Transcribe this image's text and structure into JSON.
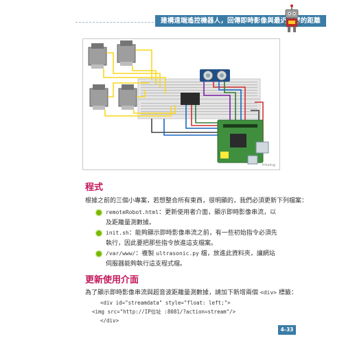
{
  "header": {
    "title": "建構遠端遙控機器人，回傳即時影像與最近牆壁的距離"
  },
  "figure": {
    "credit": "fritzing"
  },
  "section1": {
    "heading": "程式",
    "intro": "根據之前的三個小專案，若想整合所有東西，很明顯的，我們必須更新下列檔案：",
    "bullets": [
      {
        "code": "remoteRobot.html",
        "text": "：更新使用者介面，顯示即時影像串流，以及距離量測數據。"
      },
      {
        "code": "init.sh",
        "text": "：能夠顯示即時影像串流之前，有一些初始指令必須先執行，因此要把那些指令放進這支檔案。"
      },
      {
        "code": "/var/www/",
        "text": "：複製 ",
        "code2": "ultrasonic.py",
        "text2": " 檔，放進此資料夾，讓網站伺服器能夠執行這支程式檔。"
      }
    ]
  },
  "section2": {
    "heading": "更新使用介面",
    "intro_pre": "為了顯示即時影像串流與超音波距離量測數據，請加下新增兩個 ",
    "intro_code": "<div>",
    "intro_post": " 標籤：",
    "code_lines": [
      "<div id=\"streamdata\" style=\"float: left;\">",
      "<img src=\"http://IP位址 :8081/?action=stream\"/>",
      "</div>"
    ]
  },
  "page_number": "4-33",
  "colors": {
    "accent_blue": "#3a7ca5",
    "heading_pink": "#c2185b",
    "bullet_green": "#7ab800"
  }
}
